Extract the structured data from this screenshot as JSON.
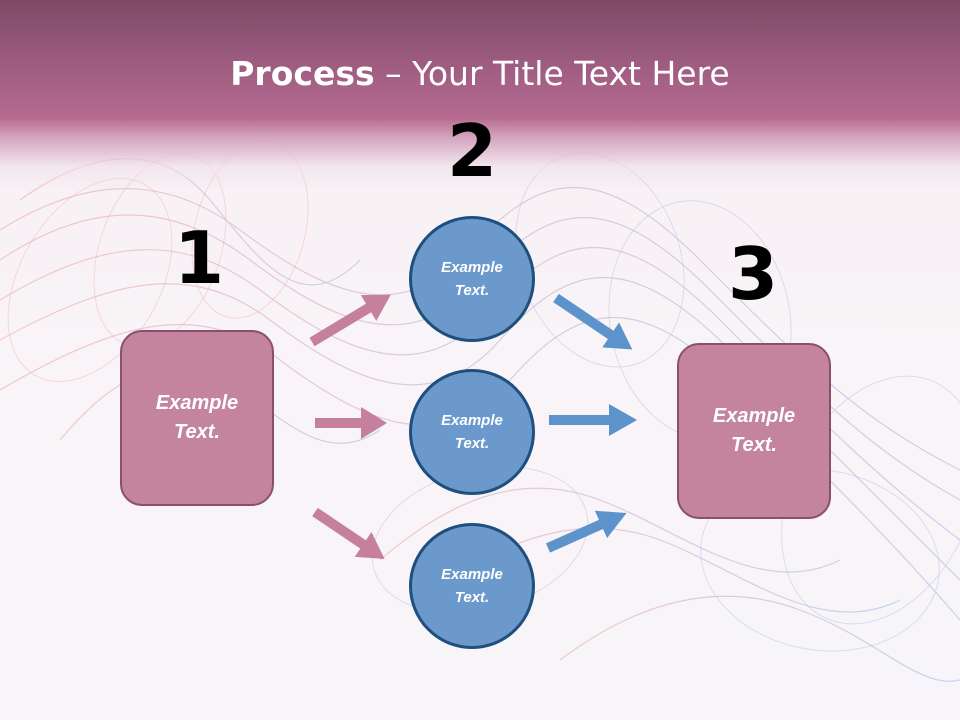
{
  "title": {
    "bold": "Process",
    "rest": " – Your Title Text Here"
  },
  "steps": [
    {
      "number": "1"
    },
    {
      "number": "2"
    },
    {
      "number": "3"
    }
  ],
  "boxes": {
    "left": "Example Text.",
    "right": "Example Text."
  },
  "circles": {
    "top": "Example Text.",
    "middle": "Example Text.",
    "bottom": "Example Text."
  },
  "colors": {
    "title_band": "#b66a90",
    "box_fill": "#c4849e",
    "box_border": "#8a4f6c",
    "circle_fill": "#6b99cc",
    "circle_border": "#1f4f7d",
    "pink_arrow": "#c5809d",
    "blue_arrow": "#5d93cb"
  }
}
